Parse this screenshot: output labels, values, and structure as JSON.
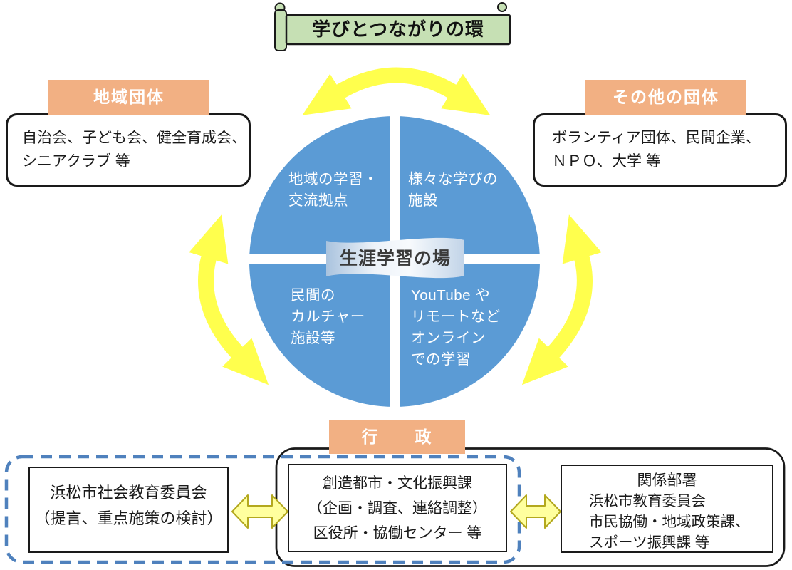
{
  "title": "学びとつながりの環",
  "left_group": {
    "label": "地域団体",
    "members": "自治会、子ども会、健全育成会、\nシニアクラブ 等"
  },
  "right_group": {
    "label": "その他の団体",
    "members": "ボランティア団体、民間企業、\nＮＰＯ、大学 等"
  },
  "circle": {
    "center_label": "生涯学習の場",
    "quadrants": [
      {
        "id": "top-left",
        "text": "地域の学習・\n交流拠点"
      },
      {
        "id": "top-right",
        "text": "様々な学びの\n施設"
      },
      {
        "id": "bottom-left",
        "text": "民間の\nカルチャー\n施設等"
      },
      {
        "id": "bottom-right",
        "text": "YouTube や\nリモートなど\nオンライン\nでの学習"
      }
    ]
  },
  "government": {
    "label": "行　　政",
    "committee": "浜松市社会教育委員会\n（提言、重点施策の検討）",
    "division": "創造都市・文化振興課\n（企画・調査、連絡調整）\n区役所・協働センター 等",
    "departments": {
      "heading": "関係部署",
      "body": "浜松市教育委員会\n市民協働・地域政策課、\nスポーツ振興課 等"
    }
  },
  "colors": {
    "circle_blue": "#5B9BD5",
    "label_orange": "#F2B083",
    "banner_green": "#C6E0B4",
    "arrow_yellow": "#FFFF4D",
    "small_arrow_fill": "#FFFF9E",
    "small_arrow_stroke": "#B3A81E",
    "dashed_border_blue": "#4F81BD"
  }
}
